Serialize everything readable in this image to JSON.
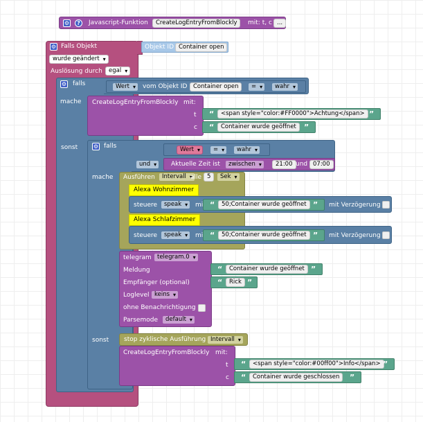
{
  "func_block": {
    "label": "Javascript-Funktion",
    "name": "CreateLogEntryFromBlockly",
    "mit": "mit: t, c",
    "more": "..."
  },
  "trigger": {
    "title": "Falls Objekt",
    "objekt_id_label": "Objekt ID",
    "objekt_id_value": "Container open",
    "changed": "wurde geändert",
    "ausloesung_label": "Auslösung durch",
    "ausloesung_value": "egal"
  },
  "if1": {
    "falls": "falls",
    "wert": "Wert",
    "vom_objekt_id": "vom Objekt ID",
    "object": "Container open",
    "op": "=",
    "value": "wahr",
    "mache": "mache",
    "sonst": "sonst"
  },
  "call1": {
    "name": "CreateLogEntryFromBlockly",
    "mit": "mit:",
    "t_label": "t",
    "t_value": "<span style=\"color:#FF0000\">Achtung</span>",
    "c_label": "c",
    "c_value": "Container wurde geöffnet"
  },
  "if2": {
    "falls": "falls",
    "wert": "Wert",
    "op": "=",
    "value": "wahr",
    "und": "und",
    "aktuelle_zeit": "Aktuelle Zeit ist",
    "zwischen": "zwischen",
    "time_from": "21:00",
    "und2": "und",
    "time_to": "07:00",
    "mache": "mache",
    "sonst": "sonst"
  },
  "interval": {
    "ausfuehren": "Ausführen",
    "mode": "Intervall",
    "alle": "alle",
    "value": "5",
    "unit": "Sek"
  },
  "speak1": {
    "device": "Alexa Wohnzimmer",
    "steuere": "steuere",
    "cmd": "speak",
    "mit": "mit",
    "text": "50;Container wurde geöffnet",
    "delay": "mit Verzögerung"
  },
  "speak2": {
    "device": "Alexa Schlafzimmer",
    "steuere": "steuere",
    "cmd": "speak",
    "mit": "mit",
    "text": "50;Container wurde geöffnet",
    "delay": "mit Verzögerung"
  },
  "telegram": {
    "label": "telegram",
    "instance": "telegram.0",
    "meldung": "Meldung",
    "meldung_value": "Container wurde geöffnet",
    "empfaenger": "Empfänger (optional)",
    "empfaenger_value": "Rick",
    "loglevel": "Loglevel",
    "loglevel_value": "keins",
    "ohne": "ohne Benachrichtigung",
    "parsemode": "Parsemode",
    "parsemode_value": "default"
  },
  "stop": {
    "label": "stop zyklische Ausführung",
    "value": "Intervall"
  },
  "call2": {
    "name": "CreateLogEntryFromBlockly",
    "mit": "mit:",
    "t_label": "t",
    "t_value": "<span style=\"color:#00ff00\">Info</span>",
    "c_label": "c",
    "c_value": "Container wurde geschlossen"
  },
  "icons": {
    "gear": "⚙",
    "help": "?",
    "quote_open": "“",
    "quote_close": "”"
  },
  "colors": {
    "event": "#b5507f",
    "control": "#5a80a5",
    "procedure": "#9c52a8",
    "text": "#5ba58c",
    "logic": "#5b80a5",
    "timer": "#a5a55b",
    "highlight": "#ffff00"
  }
}
